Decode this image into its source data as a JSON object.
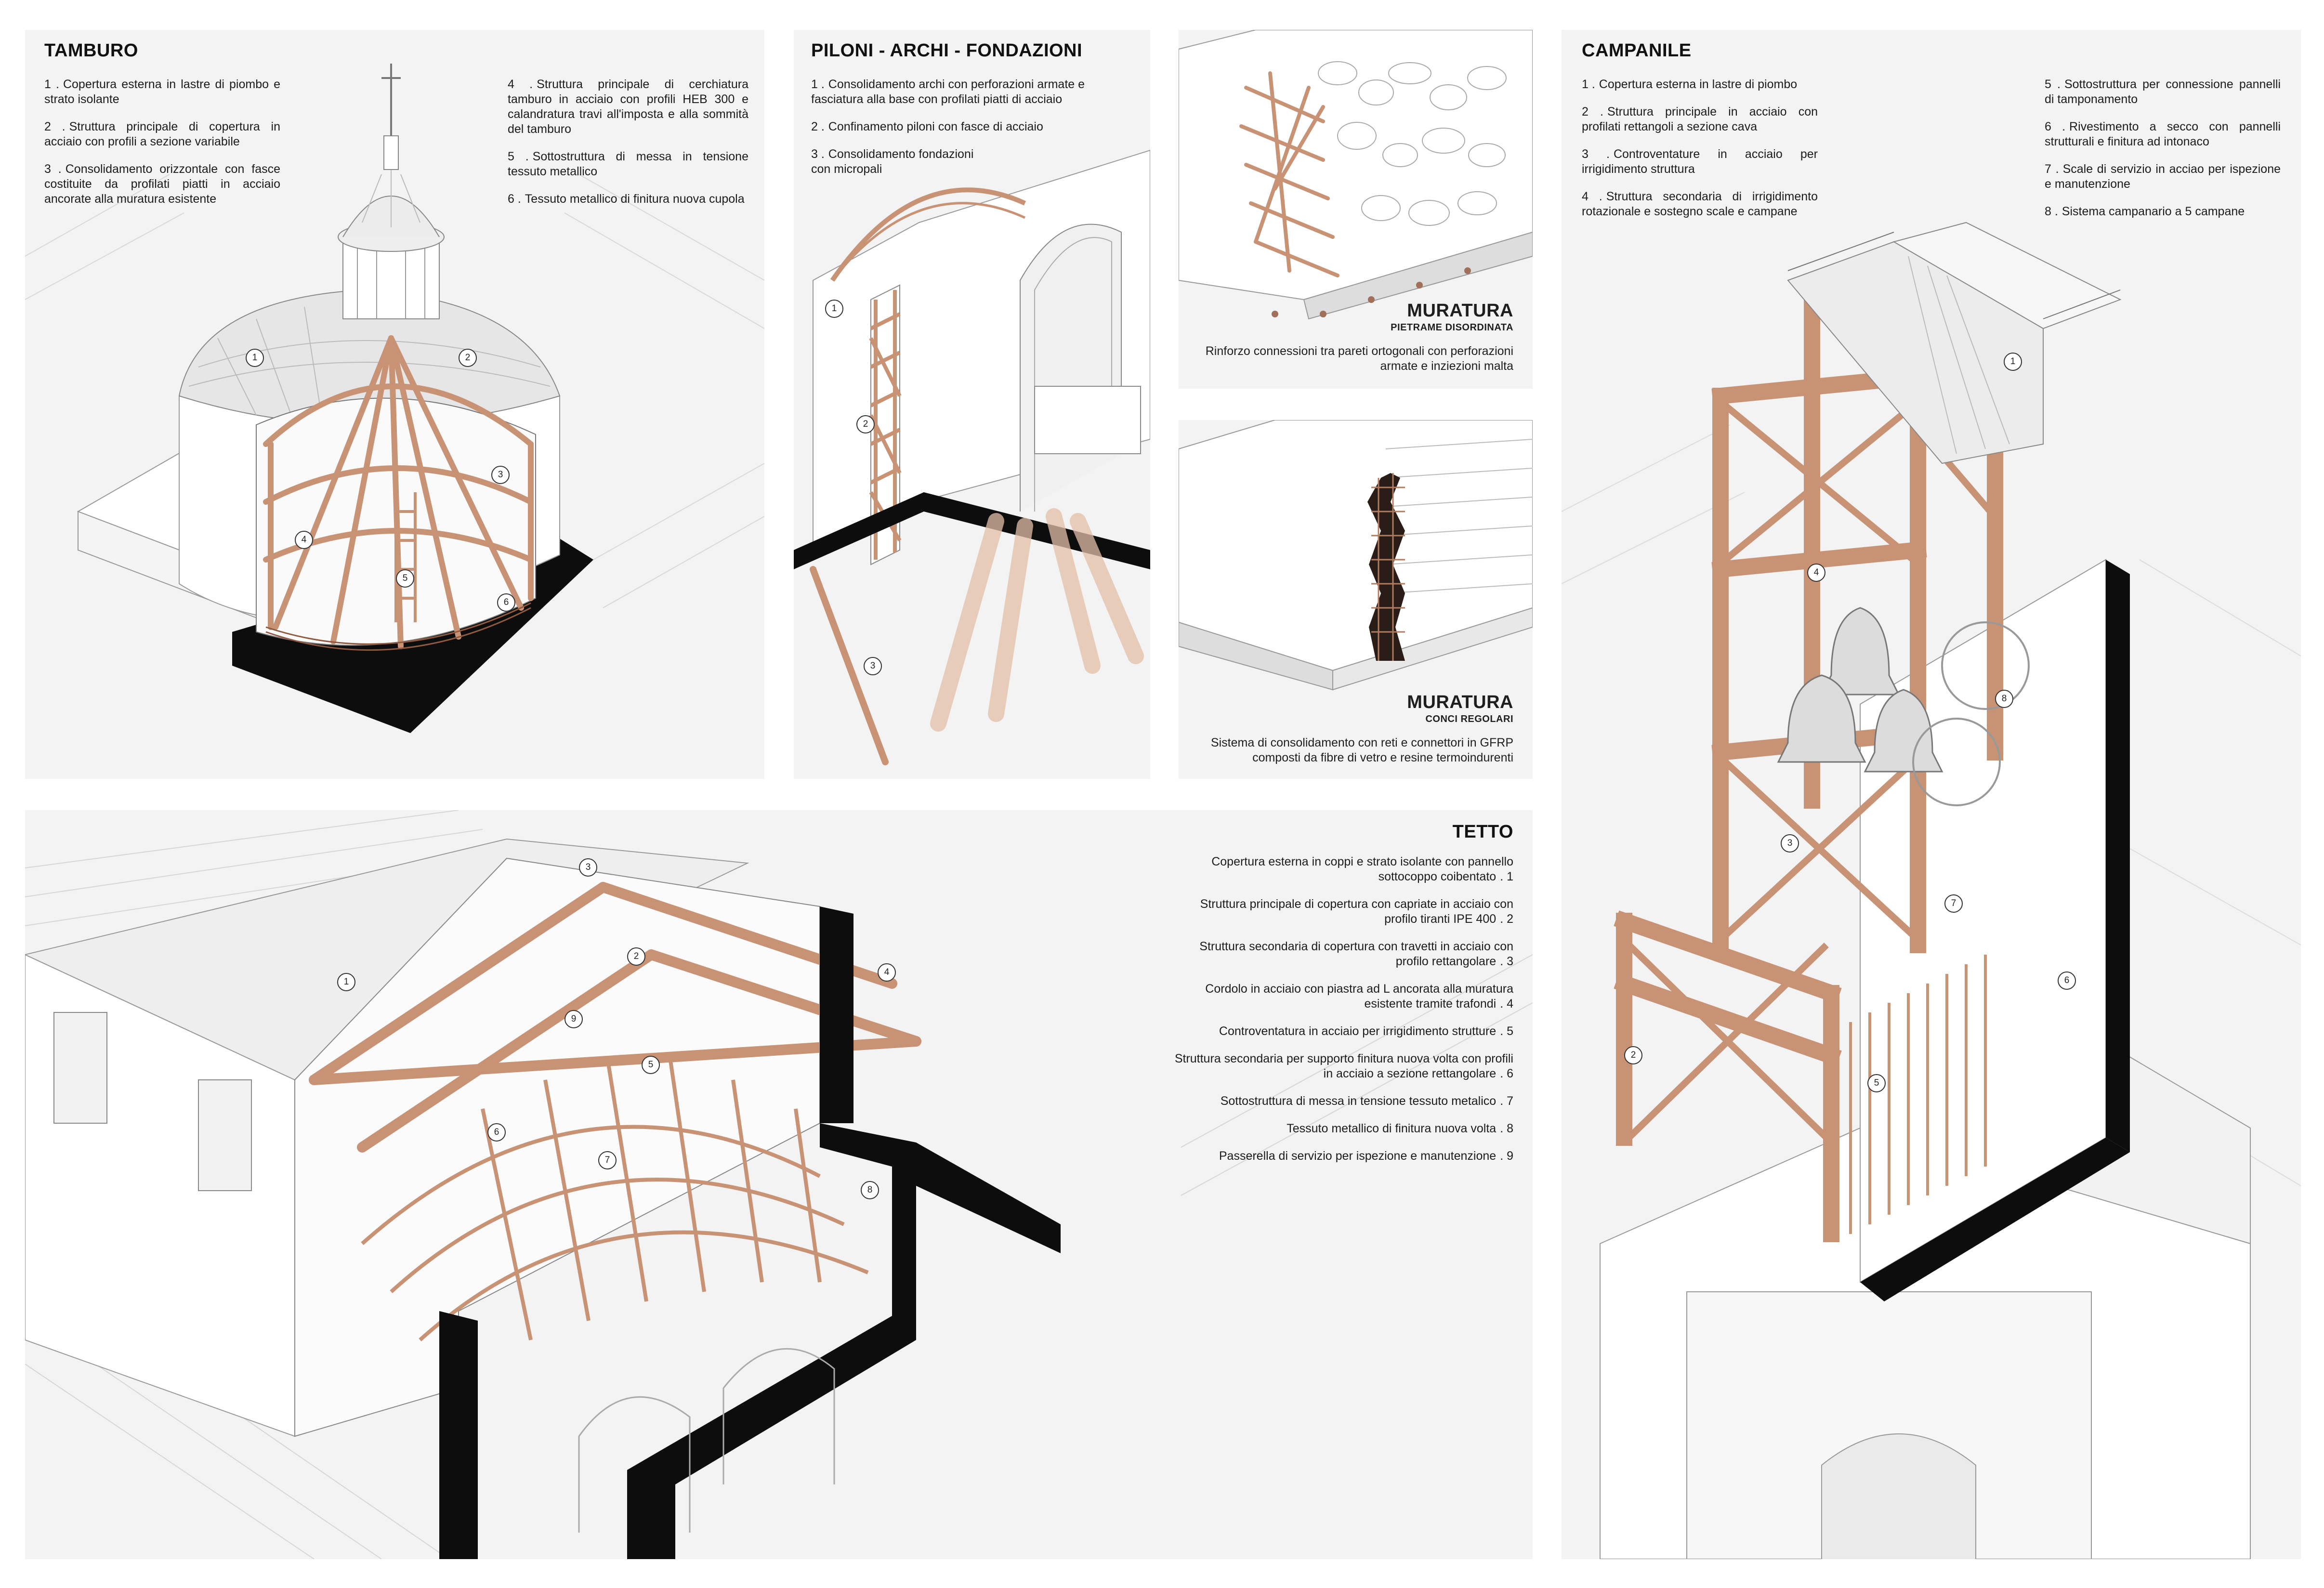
{
  "colors": {
    "panel_bg": "#f3f3f3",
    "steel": "#c89274",
    "steel_dark": "#8f5a3f",
    "section_black": "#0d0d0d",
    "building": "#ffffff",
    "line": "#9a9a9a"
  },
  "tamburo": {
    "title": "TAMBURO",
    "legend": [
      {
        "num": "1 .",
        "text": "Copertura esterna in lastre di piombo e strato isolante"
      },
      {
        "num": "2 .",
        "text": "Struttura principale di copertura in acciaio con profili a sezione variabile"
      },
      {
        "num": "3 .",
        "text": "Consolidamento orizzontale con fasce costituite da profilati piatti in acciaio ancorate alla muratura esistente"
      },
      {
        "num": "4 .",
        "text": "Struttura principale di cerchiatura tamburo in acciaio con profili HEB 300 e calandratura travi all'imposta e alla sommità del tamburo"
      },
      {
        "num": "5 .",
        "text": "Sottostruttura di messa in tensione tessuto metallico"
      },
      {
        "num": "6 .",
        "text": "Tessuto metallico di finitura nuova cupola"
      }
    ],
    "markers": [
      "1",
      "2",
      "3",
      "4",
      "5",
      "6"
    ]
  },
  "piloni": {
    "title": "PILONI - ARCHI - FONDAZIONI",
    "legend": [
      {
        "num": "1 .",
        "text": "Consolidamento archi con perforazioni armate e fasciatura alla base con profilati piatti di acciaio"
      },
      {
        "num": "2 .",
        "text": "Confinamento piloni con fasce di acciaio"
      },
      {
        "num": "3 .",
        "text": "Consolidamento fondazioni con micropali"
      }
    ],
    "markers": [
      "1",
      "2",
      "3"
    ]
  },
  "muratura_pietrame": {
    "title": "MURATURA",
    "subtitle": "PIETRAME DISORDINATA",
    "description": "Rinforzo connessioni tra pareti ortogonali con perforazioni armate e inziezioni malta"
  },
  "muratura_conci": {
    "title": "MURATURA",
    "subtitle": "CONCI REGOLARI",
    "description": "Sistema di consolidamento con reti e connettori in GFRP composti da fibre di vetro e resine termoindurenti"
  },
  "campanile": {
    "title": "CAMPANILE",
    "legend": [
      {
        "num": "1 .",
        "text": "Copertura esterna in lastre di piombo"
      },
      {
        "num": "2 .",
        "text": "Struttura principale in acciaio con profilati rettangoli a sezione cava"
      },
      {
        "num": "3 .",
        "text": "Controventature in acciaio per irrigidimento struttura"
      },
      {
        "num": "4 .",
        "text": "Struttura secondaria di irrigidimento rotazionale e sostegno scale e campane"
      },
      {
        "num": "5 .",
        "text": "Sottostruttura per connessione pannelli di tamponamento"
      },
      {
        "num": "6 .",
        "text": "Rivestimento a secco con pannelli strutturali e finitura ad intonaco"
      },
      {
        "num": "7 .",
        "text": "Scale di servizio in acciao per ispezione e manutenzione"
      },
      {
        "num": "8 .",
        "text": "Sistema campanario a 5 campane"
      }
    ],
    "markers": [
      "1",
      "2",
      "3",
      "4",
      "5",
      "6",
      "7",
      "8"
    ]
  },
  "tetto": {
    "title": "TETTO",
    "legend": [
      {
        "num": ". 1",
        "text": "Copertura esterna in coppi e strato isolante con pannello sottocoppo coibentato"
      },
      {
        "num": ". 2",
        "text": "Struttura principale di copertura con capriate in acciaio con profilo tiranti IPE 400"
      },
      {
        "num": ". 3",
        "text": "Struttura secondaria di copertura con travetti in acciaio con profilo rettangolare"
      },
      {
        "num": ". 4",
        "text": "Cordolo in acciaio con piastra ad L ancorata alla muratura esistente tramite trafondi"
      },
      {
        "num": ". 5",
        "text": "Controventatura in acciaio per irrigidimento strutture"
      },
      {
        "num": ". 6",
        "text": "Struttura secondaria per supporto finitura nuova volta con profili in acciaio a sezione rettangolare"
      },
      {
        "num": ". 7",
        "text": "Sottostruttura di messa in tensione tessuto metalico"
      },
      {
        "num": ". 8",
        "text": "Tessuto metallico di finitura nuova volta"
      },
      {
        "num": ". 9",
        "text": "Passerella di servizio per ispezione e manutenzione"
      }
    ],
    "markers": [
      "1",
      "2",
      "3",
      "4",
      "5",
      "6",
      "7",
      "8",
      "9"
    ]
  }
}
